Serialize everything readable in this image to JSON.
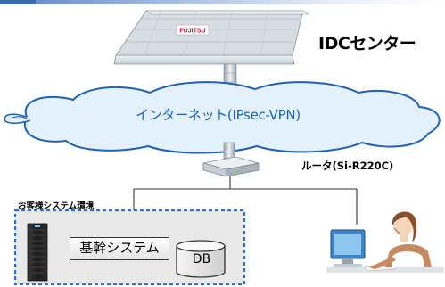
{
  "nodes": {
    "idc_center": "IDCセンター",
    "internet": "インターネット(IPsec-VPN)",
    "router": "ルータ(Si-R220C)",
    "customer_env": "お客様システム環境",
    "core_system": "基幹システム",
    "db": "DB"
  },
  "building_sign": "FUJITSU",
  "colors": {
    "cloud_fill": "#e4f1fb",
    "cloud_stroke": "#1f62b5",
    "internet_text": "#1763b5",
    "customer_border": "#2a6fd6",
    "customer_fill": "#e9e9e9",
    "header_bar": "#5c82c4",
    "building_sign": "#c8102e"
  },
  "icons": [
    "building-icon",
    "cloud-icon",
    "router-icon",
    "server-icon",
    "database-icon",
    "user-at-pc-icon"
  ]
}
